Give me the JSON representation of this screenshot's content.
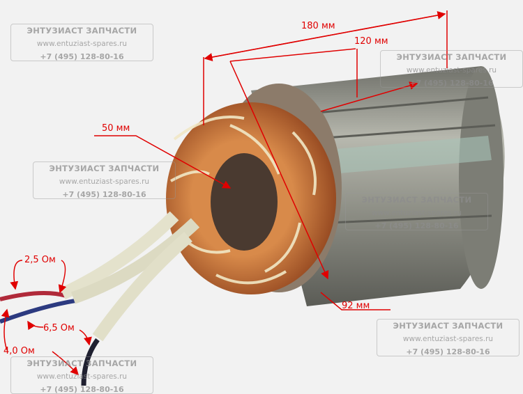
{
  "watermark": {
    "title": "ЭНТУЗИАСТ ЗАПЧАСТИ",
    "url": "www.entuziast-spares.ru",
    "phone": "+7 (495) 128-80-16"
  },
  "dimensions": {
    "length": "180 мм",
    "core_length": "120 мм",
    "inner_diameter": "50 мм",
    "outer_diameter": "92 мм"
  },
  "resistances": {
    "red_blue": "2,5 Ом",
    "blue_black": "6,5 Ом",
    "red_black": "4,0 Ом"
  },
  "colors": {
    "annotation": "#e00000",
    "copper": "#b8602a",
    "steel": "#8a8c84"
  }
}
